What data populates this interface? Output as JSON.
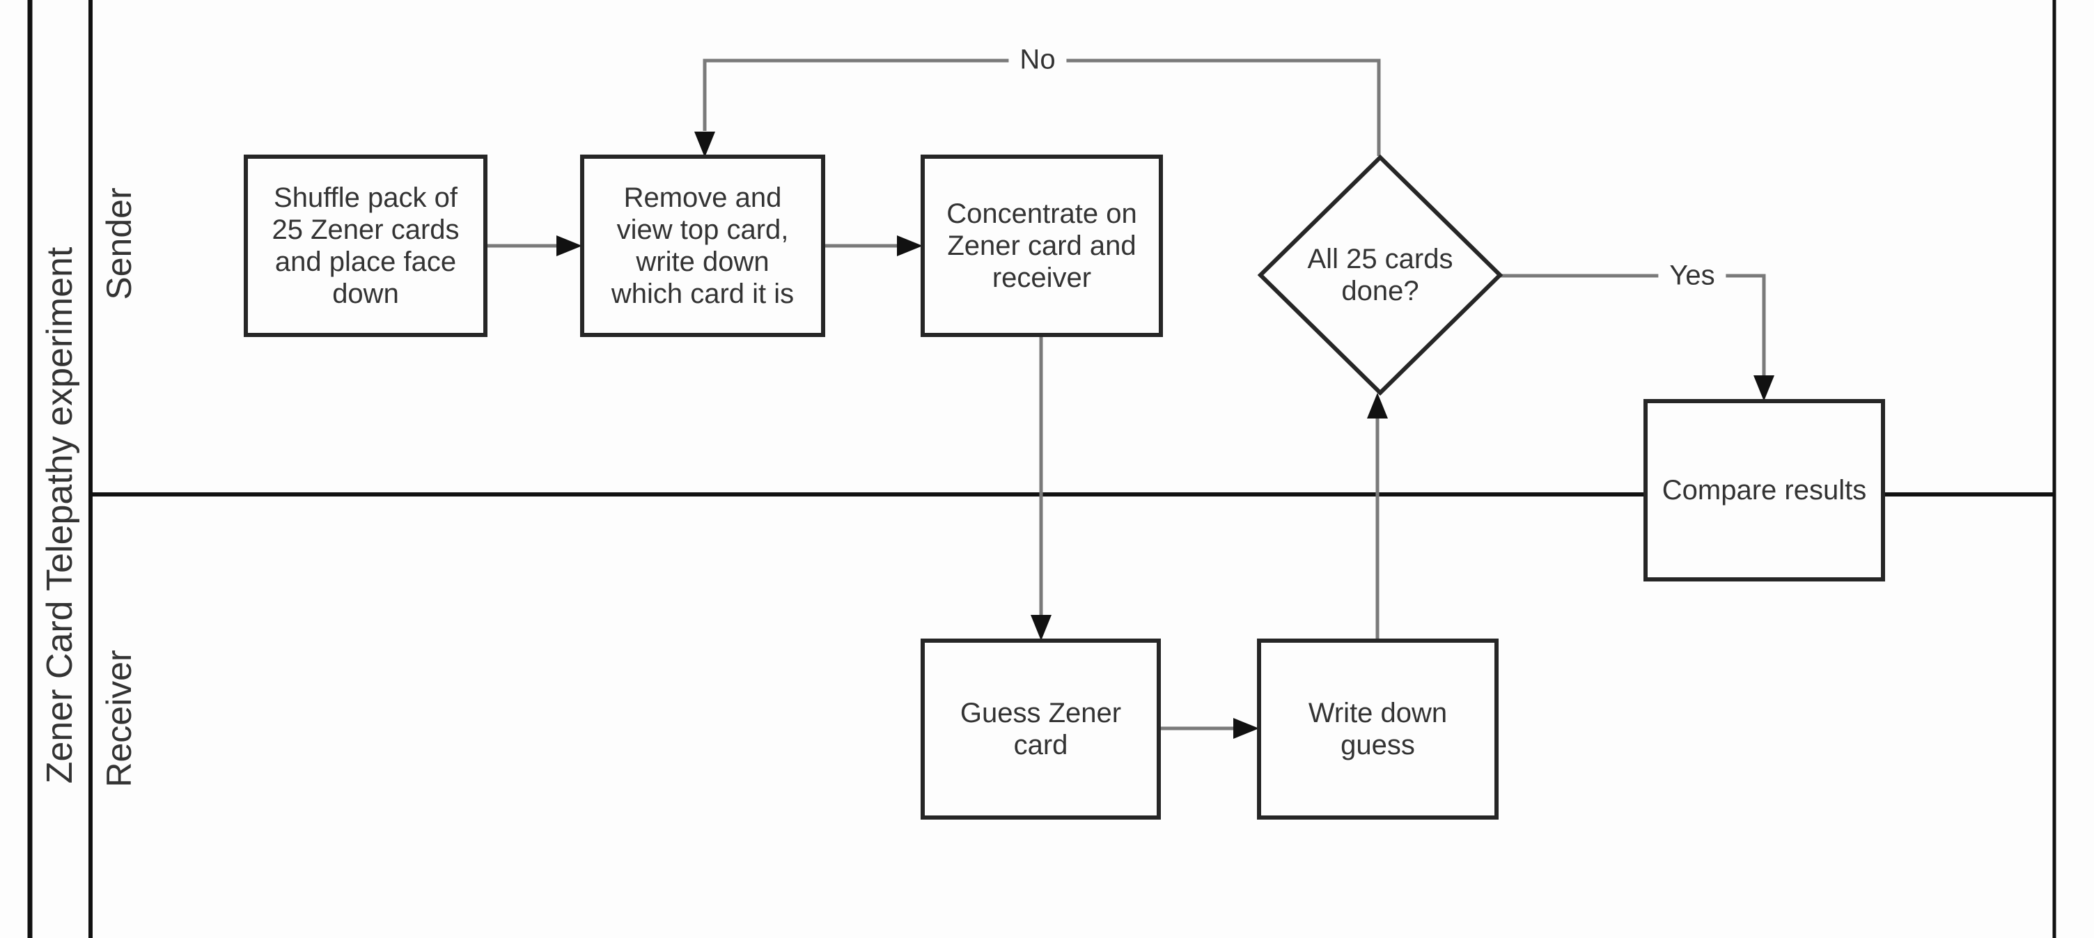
{
  "pool": {
    "title": "Zener Card Telepathy experiment"
  },
  "lanes": [
    {
      "label": "Sender"
    },
    {
      "label": "Receiver"
    }
  ],
  "nodes": {
    "shuffle": {
      "type": "process",
      "lane": "Sender",
      "label": "Shuffle pack of 25 Zener cards and place face down"
    },
    "remove": {
      "type": "process",
      "lane": "Sender",
      "label": "Remove and view top card, write down which card it is"
    },
    "concentrate": {
      "type": "process",
      "lane": "Sender",
      "label": "Concentrate on Zener card and receiver"
    },
    "decision": {
      "type": "decision",
      "lane": "Sender",
      "label": "All 25 cards done?"
    },
    "compare": {
      "type": "process",
      "lane": "Sender",
      "label": "Compare results"
    },
    "guess": {
      "type": "process",
      "lane": "Receiver",
      "label": "Guess Zener card"
    },
    "write": {
      "type": "process",
      "lane": "Receiver",
      "label": "Write down guess"
    }
  },
  "edges": {
    "no_label": "No",
    "yes_label": "Yes",
    "connections": [
      {
        "from": "shuffle",
        "to": "remove",
        "label": ""
      },
      {
        "from": "remove",
        "to": "concentrate",
        "label": ""
      },
      {
        "from": "concentrate",
        "to": "guess",
        "label": ""
      },
      {
        "from": "guess",
        "to": "write",
        "label": ""
      },
      {
        "from": "write",
        "to": "decision",
        "label": ""
      },
      {
        "from": "decision",
        "to": "remove",
        "label": "No"
      },
      {
        "from": "decision",
        "to": "compare",
        "label": "Yes"
      }
    ]
  },
  "colors": {
    "background": "#fdfdfd",
    "box_border": "#262626",
    "pool_border": "#111111",
    "connector": "#7a7a7a",
    "arrowhead": "#111111",
    "text": "#333333"
  }
}
